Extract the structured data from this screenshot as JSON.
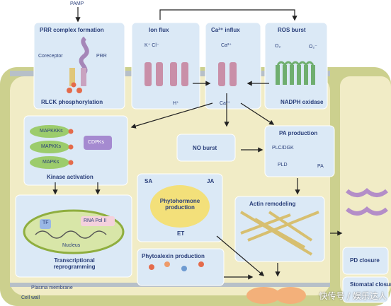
{
  "labels": {
    "pamp": "PAMP",
    "prr_complex": "PRR complex formation",
    "coreceptor": "Coreceptor",
    "prr": "PRR",
    "rlck": "RLCK phosphorylation",
    "ion_flux": "Ion flux",
    "k_cl": "K⁺ Cl⁻",
    "h_plus": "H⁺",
    "ca_influx": "Ca²⁺ influx",
    "ca_top": "Ca²⁺",
    "ca_bottom": "Ca²⁺",
    "ros_burst": "ROS burst",
    "o2": "O₂",
    "o2_minus": "O₂⁻",
    "nadph": "NADPH oxidase",
    "mapkkks": "MAPKKKs",
    "mapkks": "MAPKKs",
    "mapks": "MAPKs",
    "cdpks": "CDPKs",
    "kinase_activation": "Kinase activation",
    "no_burst": "NO burst",
    "pa_production": "PA production",
    "plc_dgk": "PLC/DGK",
    "pld": "PLD",
    "pa": "PA",
    "sa": "SA",
    "ja": "JA",
    "et": "ET",
    "phytohormone": "Phytohormone production",
    "tf": "TF",
    "rna_pol": "RNA Pol II",
    "nucleus": "Nucleus",
    "transcriptional": "Transcriptional reprogramming",
    "actin": "Actin remodeling",
    "phytoalexin": "Phytoalexin production",
    "pd_closure": "PD closure",
    "stomatal": "Stomatal closure",
    "plasma_membrane": "Plasma membrane",
    "cell_wall": "Cell wall"
  },
  "watermark": "快传号 / 娱乐达人",
  "colors": {
    "cell_wall": "#ccd08e",
    "cytoplasm": "#f1ecc6",
    "panel": "#dbe9f6",
    "panel_border": "#ffffff",
    "text": "#2a3f7a",
    "channel": "#c98fa8",
    "nadph": "#8fc58f",
    "kinase": "#9ccc6c",
    "nucleus": "#c7d97c",
    "hormone": "#f3e07a",
    "actin": "#d7bf70",
    "phospho": "#e46b4b"
  }
}
